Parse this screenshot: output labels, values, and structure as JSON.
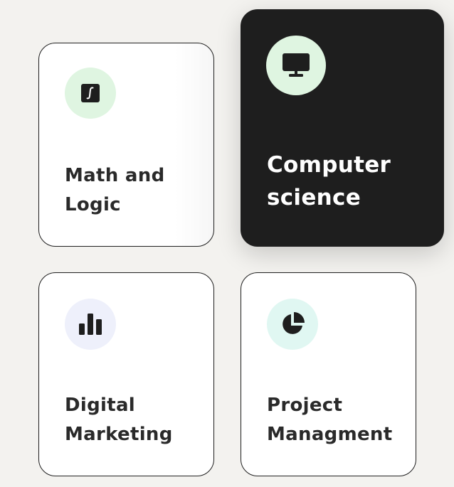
{
  "categories": [
    {
      "id": "math",
      "title_line1": "Math and",
      "title_line2": "Logic",
      "icon": "integral-icon",
      "icon_bg": "#dff5e1",
      "selected": false
    },
    {
      "id": "cs",
      "title_line1": "Computer",
      "title_line2": "science",
      "icon": "monitor-icon",
      "icon_bg": "#dff5e1",
      "selected": true
    },
    {
      "id": "marketing",
      "title_line1": "Digital",
      "title_line2": "Marketing",
      "icon": "bar-chart-icon",
      "icon_bg": "#eef0fb",
      "selected": false
    },
    {
      "id": "pm",
      "title_line1": "Project",
      "title_line2": "Managment",
      "icon": "pie-chart-icon",
      "icon_bg": "#e0f7f2",
      "selected": false
    }
  ],
  "colors": {
    "page_bg": "#f3f2ef",
    "card_bg": "#ffffff",
    "selected_card_bg": "#1e1e1e",
    "text_dark": "#2a2a2a",
    "text_light": "#ffffff",
    "icon_glyph": "#1e1e1e"
  }
}
